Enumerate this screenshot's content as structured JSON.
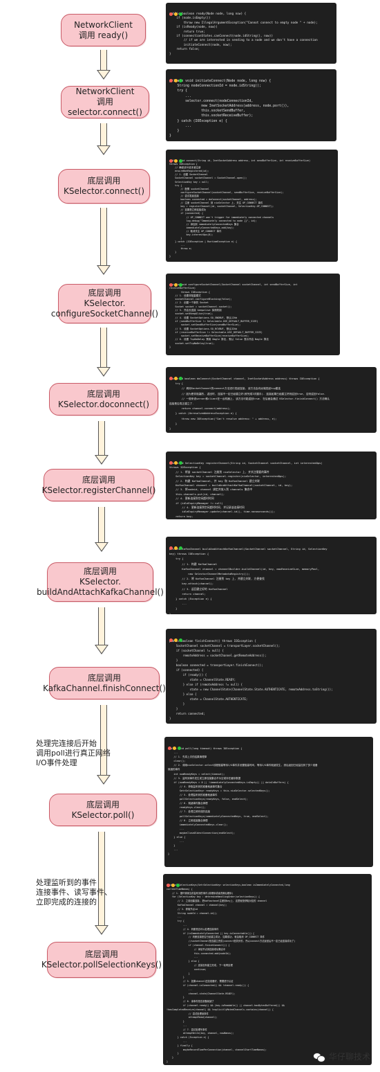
{
  "steps": [
    {
      "label": "NetworkClient\n调用 ready()"
    },
    {
      "label": "NetworkClient\n调用 selector.connect()"
    },
    {
      "label": "底层调用\nKSelector.connect()"
    },
    {
      "label": "底层调用\nKSelector.\nconfigureSocketChannel()"
    },
    {
      "label": "底层调用\nKSelector.doconnect()"
    },
    {
      "label": "底层调用\nKSelector.registerChannel()"
    },
    {
      "label": "底层调用\nKSelector.\nbuildAndAttachKafkaChannel()"
    },
    {
      "label": "底层调用\nKafkaChannel.finishConnect()"
    },
    {
      "label": "底层调用\nKSelector.poll()"
    },
    {
      "label": "底层调用\nKSelector.pollSelectionKeys()"
    }
  ],
  "notes": [
    {
      "text": "处理完连接后开始\n调用poll进行真正网络\nI/O事件处理"
    },
    {
      "text": "处理监听到的事件\n连接事件、读写事件、\n立即完成的连接的"
    }
  ],
  "code": [
    "public boolean ready(Node node, long now) {\n    if (node.isEmpty())\n        throw new IllegalArgumentException(\"Cannot connect to empty node \" + node);\n    if (isReady(node, now))\n        return true;\n    if (connectionStates.canConnect(node.idString(), now))\n        // if we are interested in sending to a node and we don't have a connection\n        initiateConnect(node, now);\n    return false;\n}",
    "private void initiateConnect(Node node, long now) {\n    String nodeConnectionId = node.idString();\n    try {\n        ...\n        selector.connect(nodeConnectionId,\n                new InetSocketAddress(address, node.port()),\n                this.socketSendBuffer,\n                this.socketReceiveBuffer);\n    } catch (IOException e) {\n        ...\n    }\n}",
    "public void connect(String id, InetSocketAddress address, int sendBufferSize, int receiveBufferSize)\nthrows IOException {\n    // 确保该ID还未被注册\n    ensureNotRegistered(id);\n    // 1. 创建 SocketChannel\n    SocketChannel socketChannel = SocketChannel.open();\n    SelectionKey key = null;\n    try {\n        // 配置 socketChannel\n        configureSocketChannel(socketChannel, sendBufferSize, receiveBufferSize);\n        // 尝试发起连接\n        boolean connected = doConnect(socketChannel, address);\n        // 注册 socketChannel 到 nioSelector 上, 关注 OP_CONNECT 事件\n        key = registerChannel(id, socketChannel, SelectionKey.OP_CONNECT);\n        // 如果是立即连接成功\n        if (connected) {\n            // OP_CONNECT won't trigger for immediately connected channels\n            log.debug(\"Immediately connected to node {}\", id);\n            // 添加到 immediatelyConnectedKeys 集合\n            immediatelyConnectedKeys.add(key);\n            // 取消关注 OP_CONNECT 事件\n            key.interestOps(0);\n        }\n    } catch (IOException | RuntimeException e) {\n        ...\n        throw e;\n    }\n}",
    "private void configureSocketChannel(SocketChannel socketChannel, int sendBufferSize, int\nreceiveBufferSize)\n        throws IOException {\n    // 1. 设置非阻塞模式\n    socketChannel.configureBlocking(false);\n    // 2. 创建一个新的 Socket\n    Socket socket = socketChannel.socket();\n    // 3. 开启长连接 keepalive 探测机制\n    socket.setKeepAlive(true);\n    // 4. 设置 SocketOptions.SO_SNDBUF, 默认12kb\n    if (sendBufferSize != Selectable.USE_DEFAULT_BUFFER_SIZE)\n        socket.setSendBufferSize(sendBufferSize);\n    // 5. 设置 SocketOptions.SO_RCVBUF, 默认32kb\n    if (receiveBufferSize != Selectable.USE_DEFAULT_BUFFER_SIZE)\n        socket.setReceiveBufferSize(receiveBufferSize);\n    // 6. 设置 TcpNoDelay 禁用 Nagle 算法, 默认 false 表示开启 Nagle 算法\n    socket.setTcpNoDelay(true);\n}",
    "protected boolean doConnect(SocketChannel channel, InetSocketAddress address) throws IOException {\n    try {\n        // 调用SocketChannel的connect方法进行发起连接, 该方法会向远端发起tcp建连\n        // 因为是非阻塞的, 返回时, 连接不一定已经建立好(即完成3次握手). 连接如果已经建立好则返回true, 否则返回false.\n        // 一般来说server和client在一台机器上, 该方法可能返回true. 在后面会通过 KSelector.finishConnect() 方法确认\n连接是否真正建立了.\n        return channel.connect(address);\n    } catch (UnresolvedAddressException e) {\n        throw new IOException(\"Can't resolve address: \" + address, e);\n    }\n}",
    "protected SelectionKey registerChannel(String id, SocketChannel socketChannel, int interestedOps)\nthrows IOException {\n    // 1. 将该 socketChannel 注册到 nioSelector 上, 并关注需要的事件\n    SelectionKey key = socketChannel.register(nioSelector, interestedOps);\n    // 2. 构建 KafkaChannel, 并 key 和 KafkaChannel 建立关联\n    KafkaChannel channel = buildAndAttachKafkaChannel(socketChannel, id, key);\n    // 3. 将nodeid, channel 绑定并放入到 channels 集合中\n    this.channels.put(id, channel);\n    // 4. 更新连接到空闲超时时间\n    if (idleExpiryManager != null)\n        // 4. 更新连接到空闲超时时间, 并记录该连接时间\n        idleExpiryManager.update(channel.id(), time.nanoseconds());\n    return key;\n}",
    "private KafkaChannel buildAndAttachKafkaChannel(SocketChannel socketChannel, String id, SelectionKey\nkey) throws IOException {\n    try {\n        // 1. 构建 KafkaChannel\n        KafkaChannel channel = channelBuilder.buildChannel(id, key, maxReceiveSize, memoryPool,\n            new SelectorChannelMetadataRegistry());\n        // 2. 将 KafkaChannel 注册到 key 上, 并建立关联, 方便查找\n        key.attach(channel);\n        // 3. 返回建立好的 KafkaChannel\n        return channel;\n    } catch (Exception e) {\n        ...\n    }\n}",
    "public boolean finishConnect() throws IOException {\n    SocketChannel socketChannel = transportLayer.socketChannel();\n    if (socketChannel != null) {\n        remoteAddress = socketChannel.getRemoteAddress();\n    }\n    boolean connected = transportLayer.finishConnect();\n    if (connected) {\n        if (ready()) {\n            state = ChannelState.READY;\n        } else if (remoteAddress != null) {\n            state = new ChannelState(ChannelState.State.AUTHENTICATE, remoteAddress.toString());\n        } else {\n            state = ChannelState.AUTHENTICATE;\n        }\n    }\n    return connected;\n}",
    "public void poll(long timeout) throws IOException {\n    ...\n    // 1. 先将上次的结果清理掉\n    clear();\n    // 2. 调用nioSelector.select线程阻塞等待I/O事件并设置阻塞时间, 等待I/O事件就绪发生, 然后返回已经监控到了多少准备\n就绪的事件\n    int numReadyKeys = select(timeout);\n    // 3. 监听到事件发生或立即连接集合不为空或存在缓存数据\n    if (numReadyKeys > 0 || !immediatelyConnectedKeys.isEmpty() || dataInBuffers) {\n        // 4. 获取监听到的准备就绪事件集合\n        Set<SelectionKey> readyKeys = this.nioSelector.selectedKeys();\n        // 5. 处理监听到的准备就绪事件\n        pollSelectionKeys(readyKeys, false, endSelect);\n        // 6. 就绪事件集合清理\n        readyKeys.clear();\n        // 7. 处理立即完成的连接\n        pollSelectionKeys(immediatelyConnectedKeys, true, endSelect);\n        // 8. 立即连接集合清理\n        immediatelyConnectedKeys.clear();\n        ...\n        maybeCloseOldestConnection(endSelect);\n    } else {\n        ...\n    }\n    ...\n}",
    "void pollSelectionKeys(Set<SelectionKey> selectionKeys,boolean isImmediatelyConnected,long\ncurrentTimeNanos) {\n    // 1. 循环调用当前监听到的事件(原顺序或者洗牌后顺序)\n    for (SelectionKey key : determineHandlingOrder(selectionKeys)) {\n        // 2. 之前创建连接, 把kafkachanel注册到key上, 这里就是获取对应的 channel\n        KafkaChannel channel = channel(key);\n        // 3. 获取节点id\n        String nodeId = channel.id();\n        ...\n        try {\n            ...\n            // 4. 判断是否可以处理连接事件\n            if (isImmediatelyConnected || key.isConnectable()) {\n                // 判断连接是否已经建立成功, 如果成功, 就会取消 OP_CONNECT 事件\n                //socketChannel是否建立完成(connect是异步的, 所以connect方法返回后不一定已经连接成功了)\n                if (channel.finishConnect()) {\n                    // 添加节点到连接成功集合中\n                    this.connected.add(nodeId);\n                    ...\n                } else {\n                    // 连接没有建立完成, 下一轮再处理\n                    continue;\n                }\n            }\n            // 5. 如果channel还没准备好, 需要进行认证\n            if (channel.isConnected() && !channel.ready()) {\n                ...\n                channel.state(ChannelState.READY);\n            }\n            // 6. 读事件是否准备就绪了\n            if (channel.ready() && (key.isReadable() || channel.hasBytesBuffered()) &&\n!hasCompletedReceive(channel) && !explicitlyMutedChannels.contains(channel)) {\n                // 尝试处理读事件\n                attemptRead(channel);\n            }\n            ...\n            // 7. 尝试处理写事件\n            attemptWrite(key, channel, nowNanos);\n        } catch (Exception e) {\n            ...\n        } finally {\n            maybeRecordTimePerConnection(channel, channelStartTimeNanos);\n        }\n    }\n}"
  ],
  "footer": {
    "brand": "华仔聊技术",
    "icon": "wechat-icon"
  },
  "colors": {
    "box_fill": "#f9c8cd",
    "box_border": "#c85a66",
    "code_bg": "#1f1f1f",
    "highlight": "#ee3333"
  }
}
